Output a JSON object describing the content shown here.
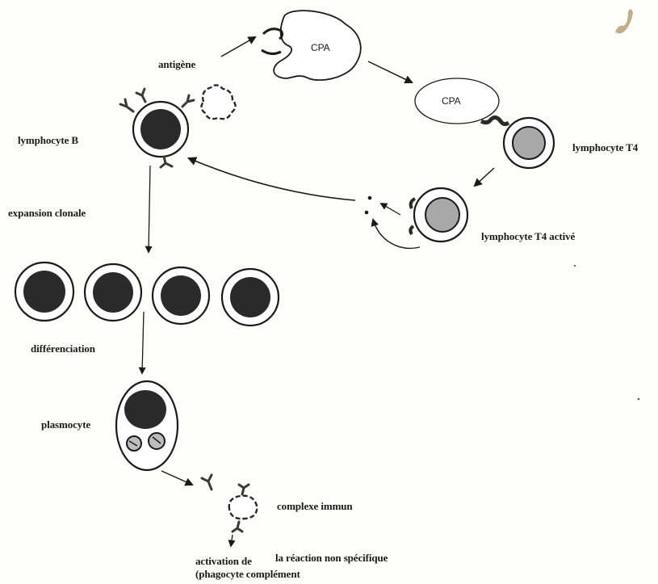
{
  "labels": {
    "antigen": "antigène",
    "cpa_top": "CPA",
    "cpa_right": "CPA",
    "lymphocyte_b": "lymphocyte B",
    "lymphocyte_t4": "lymphocyte T4",
    "expansion": "expansion clonale",
    "t4_active": "lymphocyte T4 activé",
    "differenciation": "différenciation",
    "plasmocyte": "plasmocyte",
    "complexe": "complexe immun",
    "activation_line1_a": "activation de",
    "activation_line1_b": "la réaction non spécifique",
    "activation_line2": "(phagocyte complément"
  },
  "colors": {
    "nucleus_dark": "#2a2a2a",
    "nucleus_grey": "#a8a8a8",
    "stroke": "#1a1a1a",
    "antibody": "#3a3a3a"
  }
}
